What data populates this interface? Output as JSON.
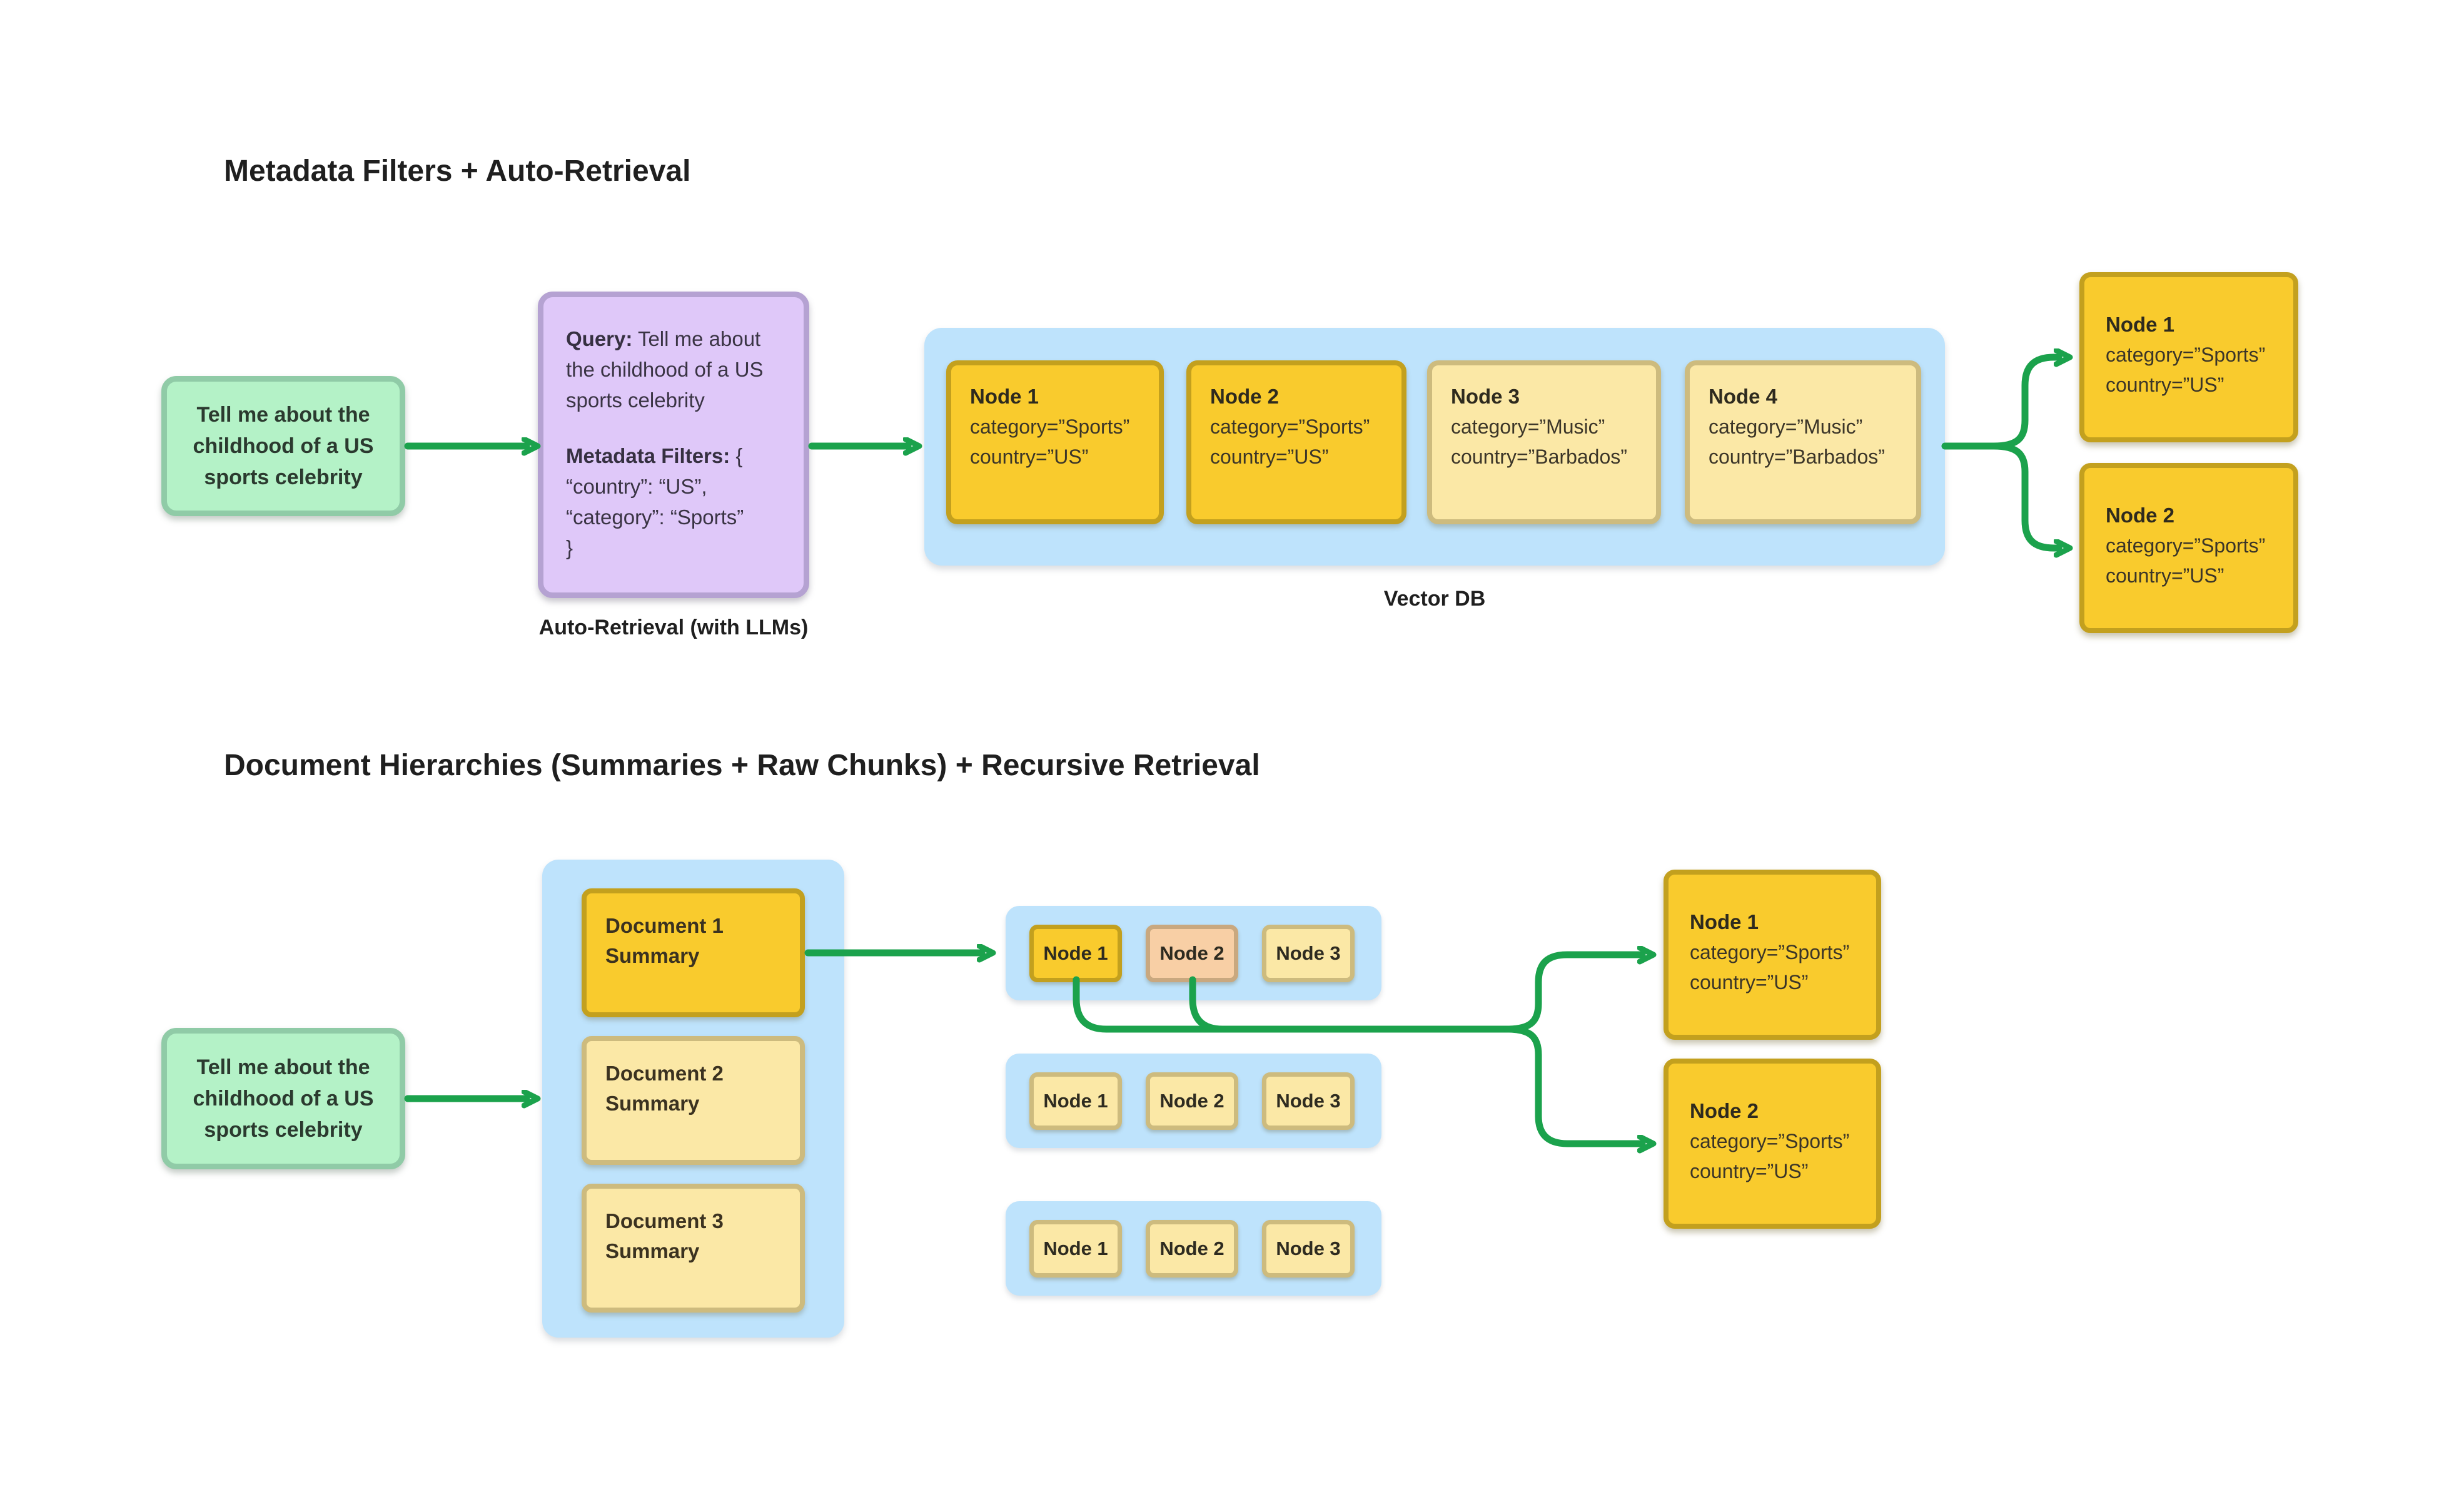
{
  "colors": {
    "arrow_green": "#1BA24C",
    "query_fill": "#B4F2C7",
    "query_border": "#90CBA7",
    "retrieval_fill": "#DFC8F9",
    "retrieval_border": "#B5A2D2",
    "container_blue": "#BEE3FC",
    "node_bright_fill": "#F9CB2D",
    "node_bright_border": "#C3A01E",
    "node_pale_fill": "#FBE8A6",
    "node_pale_border": "#CDBB7E",
    "node_peach_fill": "#F8CFA5",
    "node_peach_border": "#C9A87F"
  },
  "section1": {
    "title": "Metadata Filters + Auto-Retrieval",
    "query_box": {
      "lines": [
        "Tell me about the",
        "childhood of a US",
        "sports celebrity"
      ]
    },
    "retrieval_box": {
      "query_label": "Query:",
      "query_rest": "Tell me about",
      "query_line2": "the childhood of a US",
      "query_line3": "sports celebrity",
      "filters_label": "Metadata Filters:",
      "filters_rest": "{",
      "filters_line2": "“country”: “US”,",
      "filters_line3": "“category”: “Sports”",
      "filters_line4": "}",
      "caption": "Auto-Retrieval (with LLMs)"
    },
    "vector_db": {
      "caption": "Vector DB",
      "nodes": [
        {
          "title": "Node 1",
          "line1": "category=”Sports”",
          "line2": "country=”US”"
        },
        {
          "title": "Node 2",
          "line1": "category=”Sports”",
          "line2": "country=”US”"
        },
        {
          "title": "Node 3",
          "line1": "category=”Music”",
          "line2": "country=”Barbados”"
        },
        {
          "title": "Node 4",
          "line1": "category=”Music”",
          "line2": "country=”Barbados”"
        }
      ]
    },
    "results": [
      {
        "title": "Node 1",
        "line1": "category=”Sports”",
        "line2": "country=”US”"
      },
      {
        "title": "Node 2",
        "line1": "category=”Sports”",
        "line2": "country=”US”"
      }
    ]
  },
  "section2": {
    "title": "Document Hierarchies (Summaries + Raw Chunks) + Recursive Retrieval",
    "query_box": {
      "lines": [
        "Tell me about the",
        "childhood of a US",
        "sports celebrity"
      ]
    },
    "documents": [
      {
        "line1": "Document 1",
        "line2": "Summary"
      },
      {
        "line1": "Document 2",
        "line2": "Summary"
      },
      {
        "line1": "Document 3",
        "line2": "Summary"
      }
    ],
    "chunk_rows": [
      {
        "nodes": [
          "Node 1",
          "Node 2",
          "Node 3"
        ]
      },
      {
        "nodes": [
          "Node 1",
          "Node 2",
          "Node 3"
        ]
      },
      {
        "nodes": [
          "Node 1",
          "Node 2",
          "Node 3"
        ]
      }
    ],
    "results": [
      {
        "title": "Node 1",
        "line1": "category=”Sports”",
        "line2": "country=”US”"
      },
      {
        "title": "Node 2",
        "line1": "category=”Sports”",
        "line2": "country=”US”"
      }
    ]
  }
}
